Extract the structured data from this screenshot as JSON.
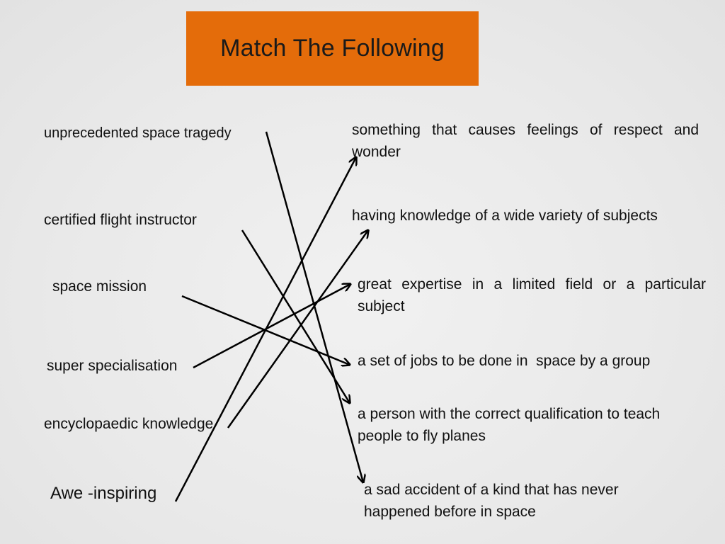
{
  "title": "Match The Following",
  "terms": [
    "unprecedented space tragedy",
    "certified flight instructor",
    "space mission",
    "super specialisation",
    "encyclopaedic knowledge",
    "Awe -inspiring"
  ],
  "definitions": [
    "something that causes feelings of respect and wonder",
    "having knowledge of a wide variety of subjects",
    "great expertise in a limited field or a particular subject",
    "a set of jobs to be done in  space by a group",
    "a person with the correct qualification to teach people to fly planes",
    "a sad accident of a kind that has never happened before in space"
  ],
  "colors": {
    "title_bg": "#e46c0a",
    "line": "#000000"
  }
}
